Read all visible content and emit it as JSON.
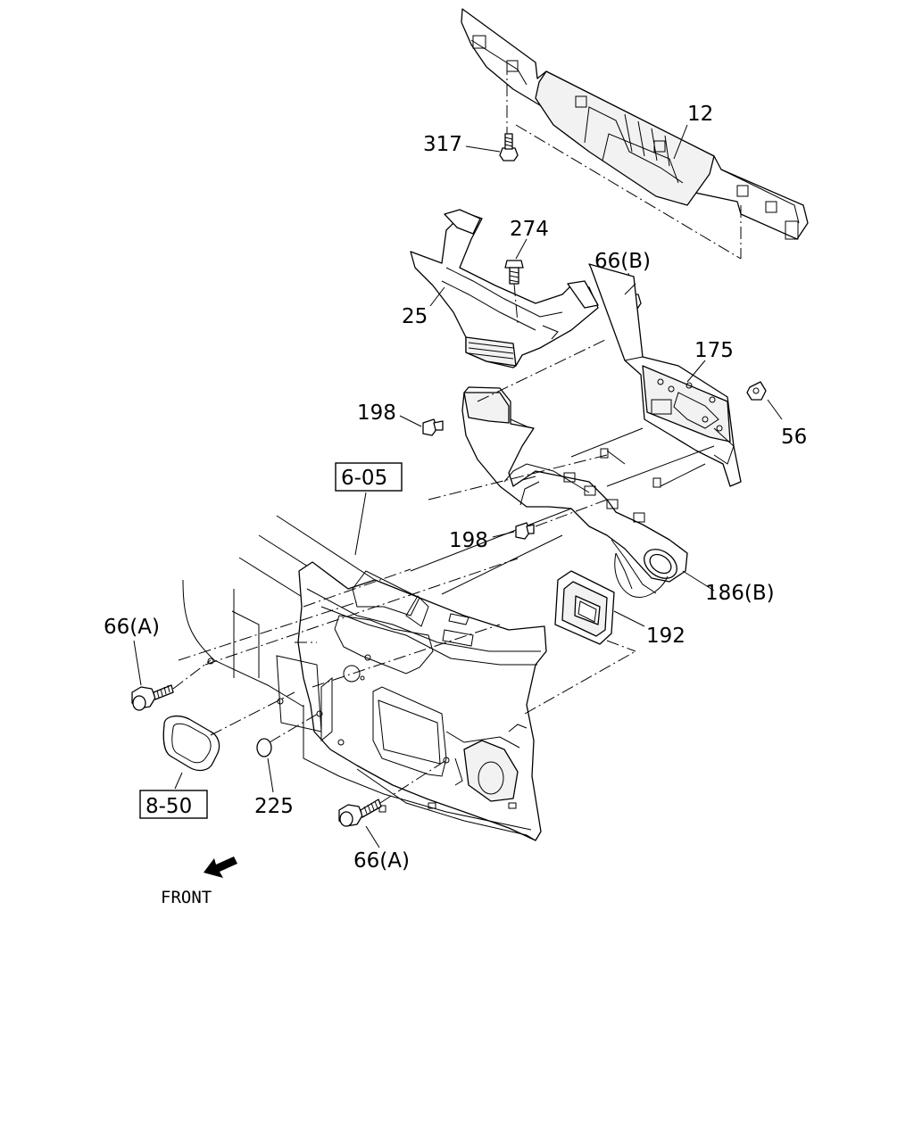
{
  "callouts": {
    "p12": "12",
    "p317": "317",
    "p274": "274",
    "p66b": "66(B)",
    "p25": "25",
    "p175": "175",
    "p198_upper": "198",
    "p56": "56",
    "p6_05": "6-05",
    "p198_lower": "198",
    "p186b": "186(B)",
    "p66a_left": "66(A)",
    "p192": "192",
    "p8_50": "8-50",
    "p225": "225",
    "p66a_bottom": "66(A)"
  },
  "orientation": {
    "front_label": "FRONT"
  },
  "icons": {
    "front_arrow": "front-direction-arrow"
  }
}
